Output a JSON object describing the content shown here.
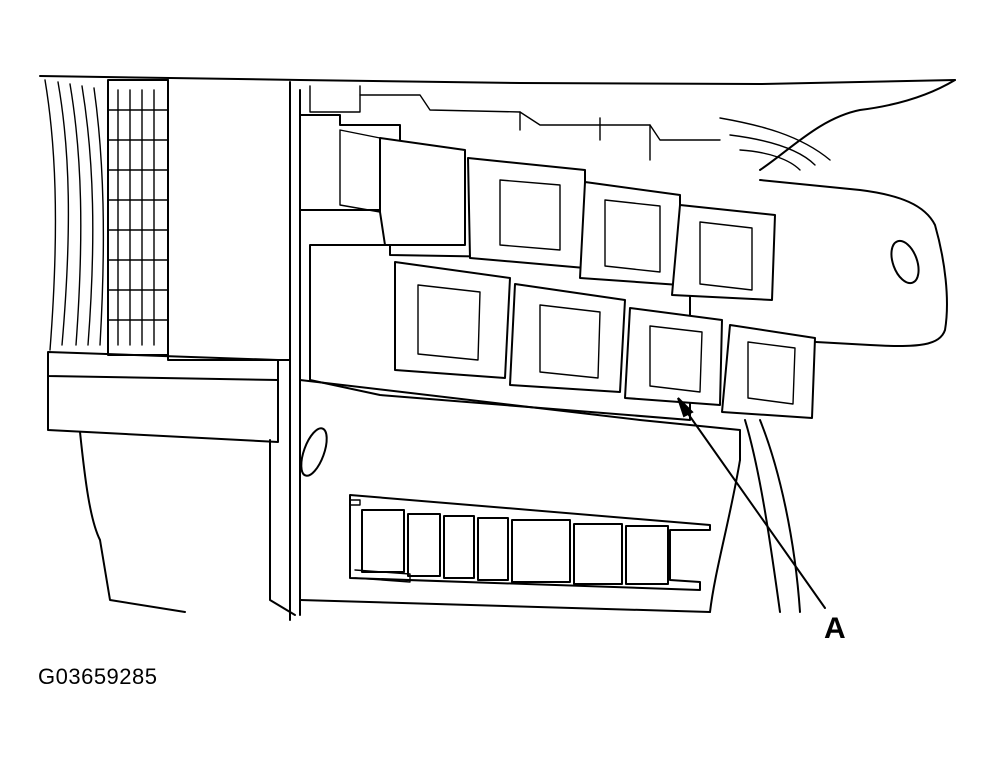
{
  "callout": {
    "label": "A"
  },
  "figure": {
    "id": "G03659285"
  },
  "relays": [
    {
      "name": "relay-1"
    },
    {
      "name": "relay-2"
    },
    {
      "name": "relay-3"
    },
    {
      "name": "relay-4"
    },
    {
      "name": "relay-5"
    },
    {
      "name": "relay-6"
    },
    {
      "name": "relay-7"
    },
    {
      "name": "relay-8"
    }
  ],
  "fuses": [
    {
      "name": "fuse-1"
    },
    {
      "name": "fuse-2"
    },
    {
      "name": "fuse-3"
    },
    {
      "name": "fuse-4"
    },
    {
      "name": "fuse-5"
    },
    {
      "name": "fuse-6"
    },
    {
      "name": "fuse-7"
    }
  ]
}
